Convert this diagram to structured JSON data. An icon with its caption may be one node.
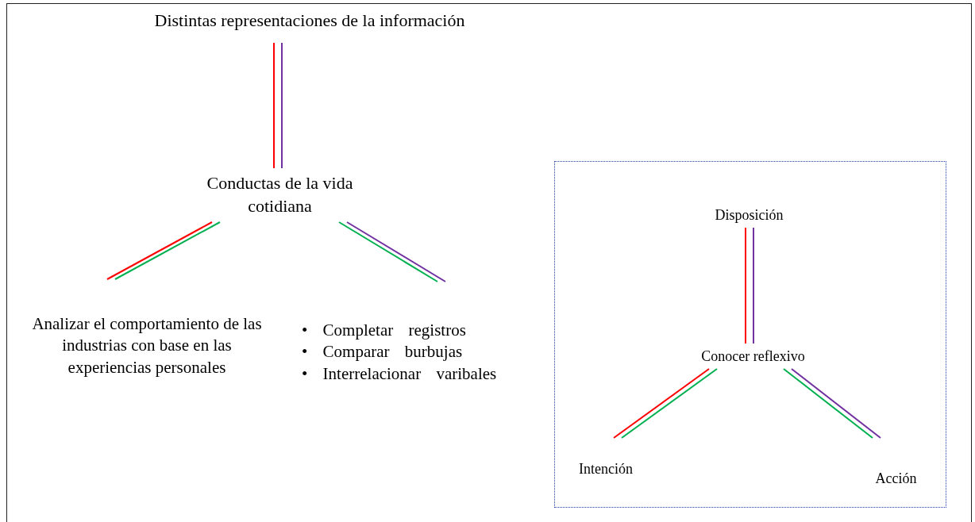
{
  "diagram": {
    "nodes": [
      {
        "text": [
          "Distintas representaciones de la información"
        ]
      },
      {
        "text": [
          "Conductas de la vida cotidiana"
        ]
      },
      {
        "text": [
          "Analizar el comportamiento de las industrias con base en las experiencias personales"
        ]
      },
      {
        "text": [
          "• Completar registros",
          "• Comparar burbujas",
          "• Interrelacionar varibales"
        ]
      },
      {
        "text": [],
        "shape": "box"
      },
      {
        "text": [
          "Disposición"
        ],
        "in": 4
      },
      {
        "text": [
          "Conocer reflexivo"
        ],
        "in": 4
      },
      {
        "text": [
          "Intención"
        ],
        "in": 4
      },
      {
        "text": [
          "Acción"
        ],
        "in": 4
      }
    ],
    "edges": [
      {
        "from": 0,
        "to": 1,
        "arrow": "none",
        "color": "#ff0000"
      },
      {
        "from": 0,
        "to": 1,
        "arrow": "none",
        "color": "#7030a0"
      },
      {
        "from": 1,
        "to": 2,
        "arrow": "none",
        "color": "#ff0000"
      },
      {
        "from": 1,
        "to": 2,
        "arrow": "none",
        "color": "#00b050"
      },
      {
        "from": 1,
        "to": 3,
        "arrow": "none",
        "color": "#00b050"
      },
      {
        "from": 1,
        "to": 3,
        "arrow": "none",
        "color": "#7030a0"
      },
      {
        "from": 5,
        "to": 6,
        "arrow": "none",
        "color": "#ff0000"
      },
      {
        "from": 5,
        "to": 6,
        "arrow": "none",
        "color": "#7030a0"
      },
      {
        "from": 6,
        "to": 7,
        "arrow": "none",
        "color": "#ff0000"
      },
      {
        "from": 6,
        "to": 7,
        "arrow": "none",
        "color": "#00b050"
      },
      {
        "from": 6,
        "to": 8,
        "arrow": "none",
        "color": "#00b050"
      },
      {
        "from": 6,
        "to": 8,
        "arrow": "none",
        "color": "#7030a0"
      }
    ]
  }
}
